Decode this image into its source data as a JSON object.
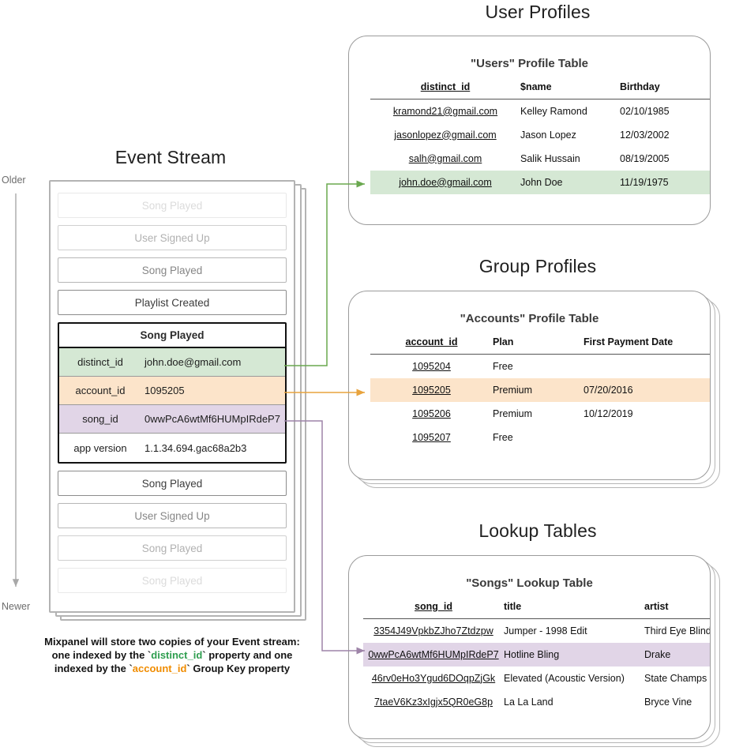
{
  "sections": {
    "event_stream_title": "Event Stream",
    "user_profiles_title": "User Profiles",
    "group_profiles_title": "Group Profiles",
    "lookup_tables_title": "Lookup Tables"
  },
  "timeline": {
    "older_label": "Older",
    "newer_label": "Newer"
  },
  "event_stream": {
    "events_before": [
      {
        "name": "Song Played",
        "fade": "ev-f1"
      },
      {
        "name": "User Signed Up",
        "fade": "ev-f2"
      },
      {
        "name": "Song Played",
        "fade": "ev-f3"
      },
      {
        "name": "Playlist Created",
        "fade": "ev-f4"
      }
    ],
    "expanded_event": {
      "title": "Song Played",
      "properties": [
        {
          "key": "distinct_id",
          "value": "john.doe@gmail.com",
          "highlight": "hl-green"
        },
        {
          "key": "account_id",
          "value": "1095205",
          "highlight": "hl-orange"
        },
        {
          "key": "song_id",
          "value": "0wwPcA6wtMf6HUMpIRdeP7",
          "highlight": "hl-purple"
        },
        {
          "key": "app version",
          "value": "1.1.34.694.gac68a2b3",
          "highlight": ""
        }
      ]
    },
    "events_after": [
      {
        "name": "Song Played",
        "fade": "ev-f4"
      },
      {
        "name": "User Signed Up",
        "fade": "ev-f3"
      },
      {
        "name": "Song Played",
        "fade": "ev-f2"
      },
      {
        "name": "Song Played",
        "fade": "ev-f1"
      }
    ],
    "caption": {
      "line1": "Mixpanel will store two copies of your Event stream:",
      "line2_a": "one indexed by the `",
      "line2_token": "distinct_id",
      "line2_b": "` property and one",
      "line3_a": "indexed by the `",
      "line3_token": "account_id",
      "line3_b": "` Group Key property"
    }
  },
  "users_table": {
    "title": "\"Users\" Profile Table",
    "columns": [
      "distinct_id",
      "$name",
      "Birthday"
    ],
    "rows": [
      {
        "cells": [
          "kramond21@gmail.com",
          "Kelley Ramond",
          "02/10/1985"
        ],
        "highlight": ""
      },
      {
        "cells": [
          "jasonlopez@gmail.com",
          "Jason Lopez",
          "12/03/2002"
        ],
        "highlight": ""
      },
      {
        "cells": [
          "salh@gmail.com",
          "Salik Hussain",
          "08/19/2005"
        ],
        "highlight": ""
      },
      {
        "cells": [
          "john.doe@gmail.com",
          "John Doe",
          "11/19/1975"
        ],
        "highlight": "row-green"
      }
    ]
  },
  "accounts_table": {
    "title": "\"Accounts\" Profile Table",
    "columns": [
      "account_id",
      "Plan",
      "First Payment Date"
    ],
    "rows": [
      {
        "cells": [
          "1095204",
          "Free",
          ""
        ],
        "highlight": ""
      },
      {
        "cells": [
          "1095205",
          "Premium",
          "07/20/2016"
        ],
        "highlight": "row-orange"
      },
      {
        "cells": [
          "1095206",
          "Premium",
          "10/12/2019"
        ],
        "highlight": ""
      },
      {
        "cells": [
          "1095207",
          "Free",
          ""
        ],
        "highlight": ""
      }
    ]
  },
  "songs_table": {
    "title": "\"Songs\" Lookup Table",
    "columns": [
      "song_id",
      "title",
      "artist"
    ],
    "rows": [
      {
        "cells": [
          "3354J49VpkbZJho7Ztdzpw",
          "Jumper - 1998 Edit",
          "Third Eye Blind"
        ],
        "highlight": ""
      },
      {
        "cells": [
          "0wwPcA6wtMf6HUMpIRdeP7",
          "Hotline Bling",
          "Drake"
        ],
        "highlight": "row-purple"
      },
      {
        "cells": [
          "46rv0eHo3Ygud6DOqpZjGk",
          "Elevated (Acoustic Version)",
          "State Champs"
        ],
        "highlight": ""
      },
      {
        "cells": [
          "7taeV6Kz3xIgjx5QR0eG8p",
          "La La Land",
          "Bryce Vine"
        ],
        "highlight": ""
      }
    ]
  },
  "colors": {
    "green": "#d5e8d4",
    "orange": "#fce4ca",
    "purple": "#e1d5e7",
    "arrow_green": "#6aa84f",
    "arrow_orange": "#e8a33d",
    "arrow_purple": "#9e84a8",
    "card_border": "#9b9b9b",
    "timeline": "#9a9a9a"
  }
}
